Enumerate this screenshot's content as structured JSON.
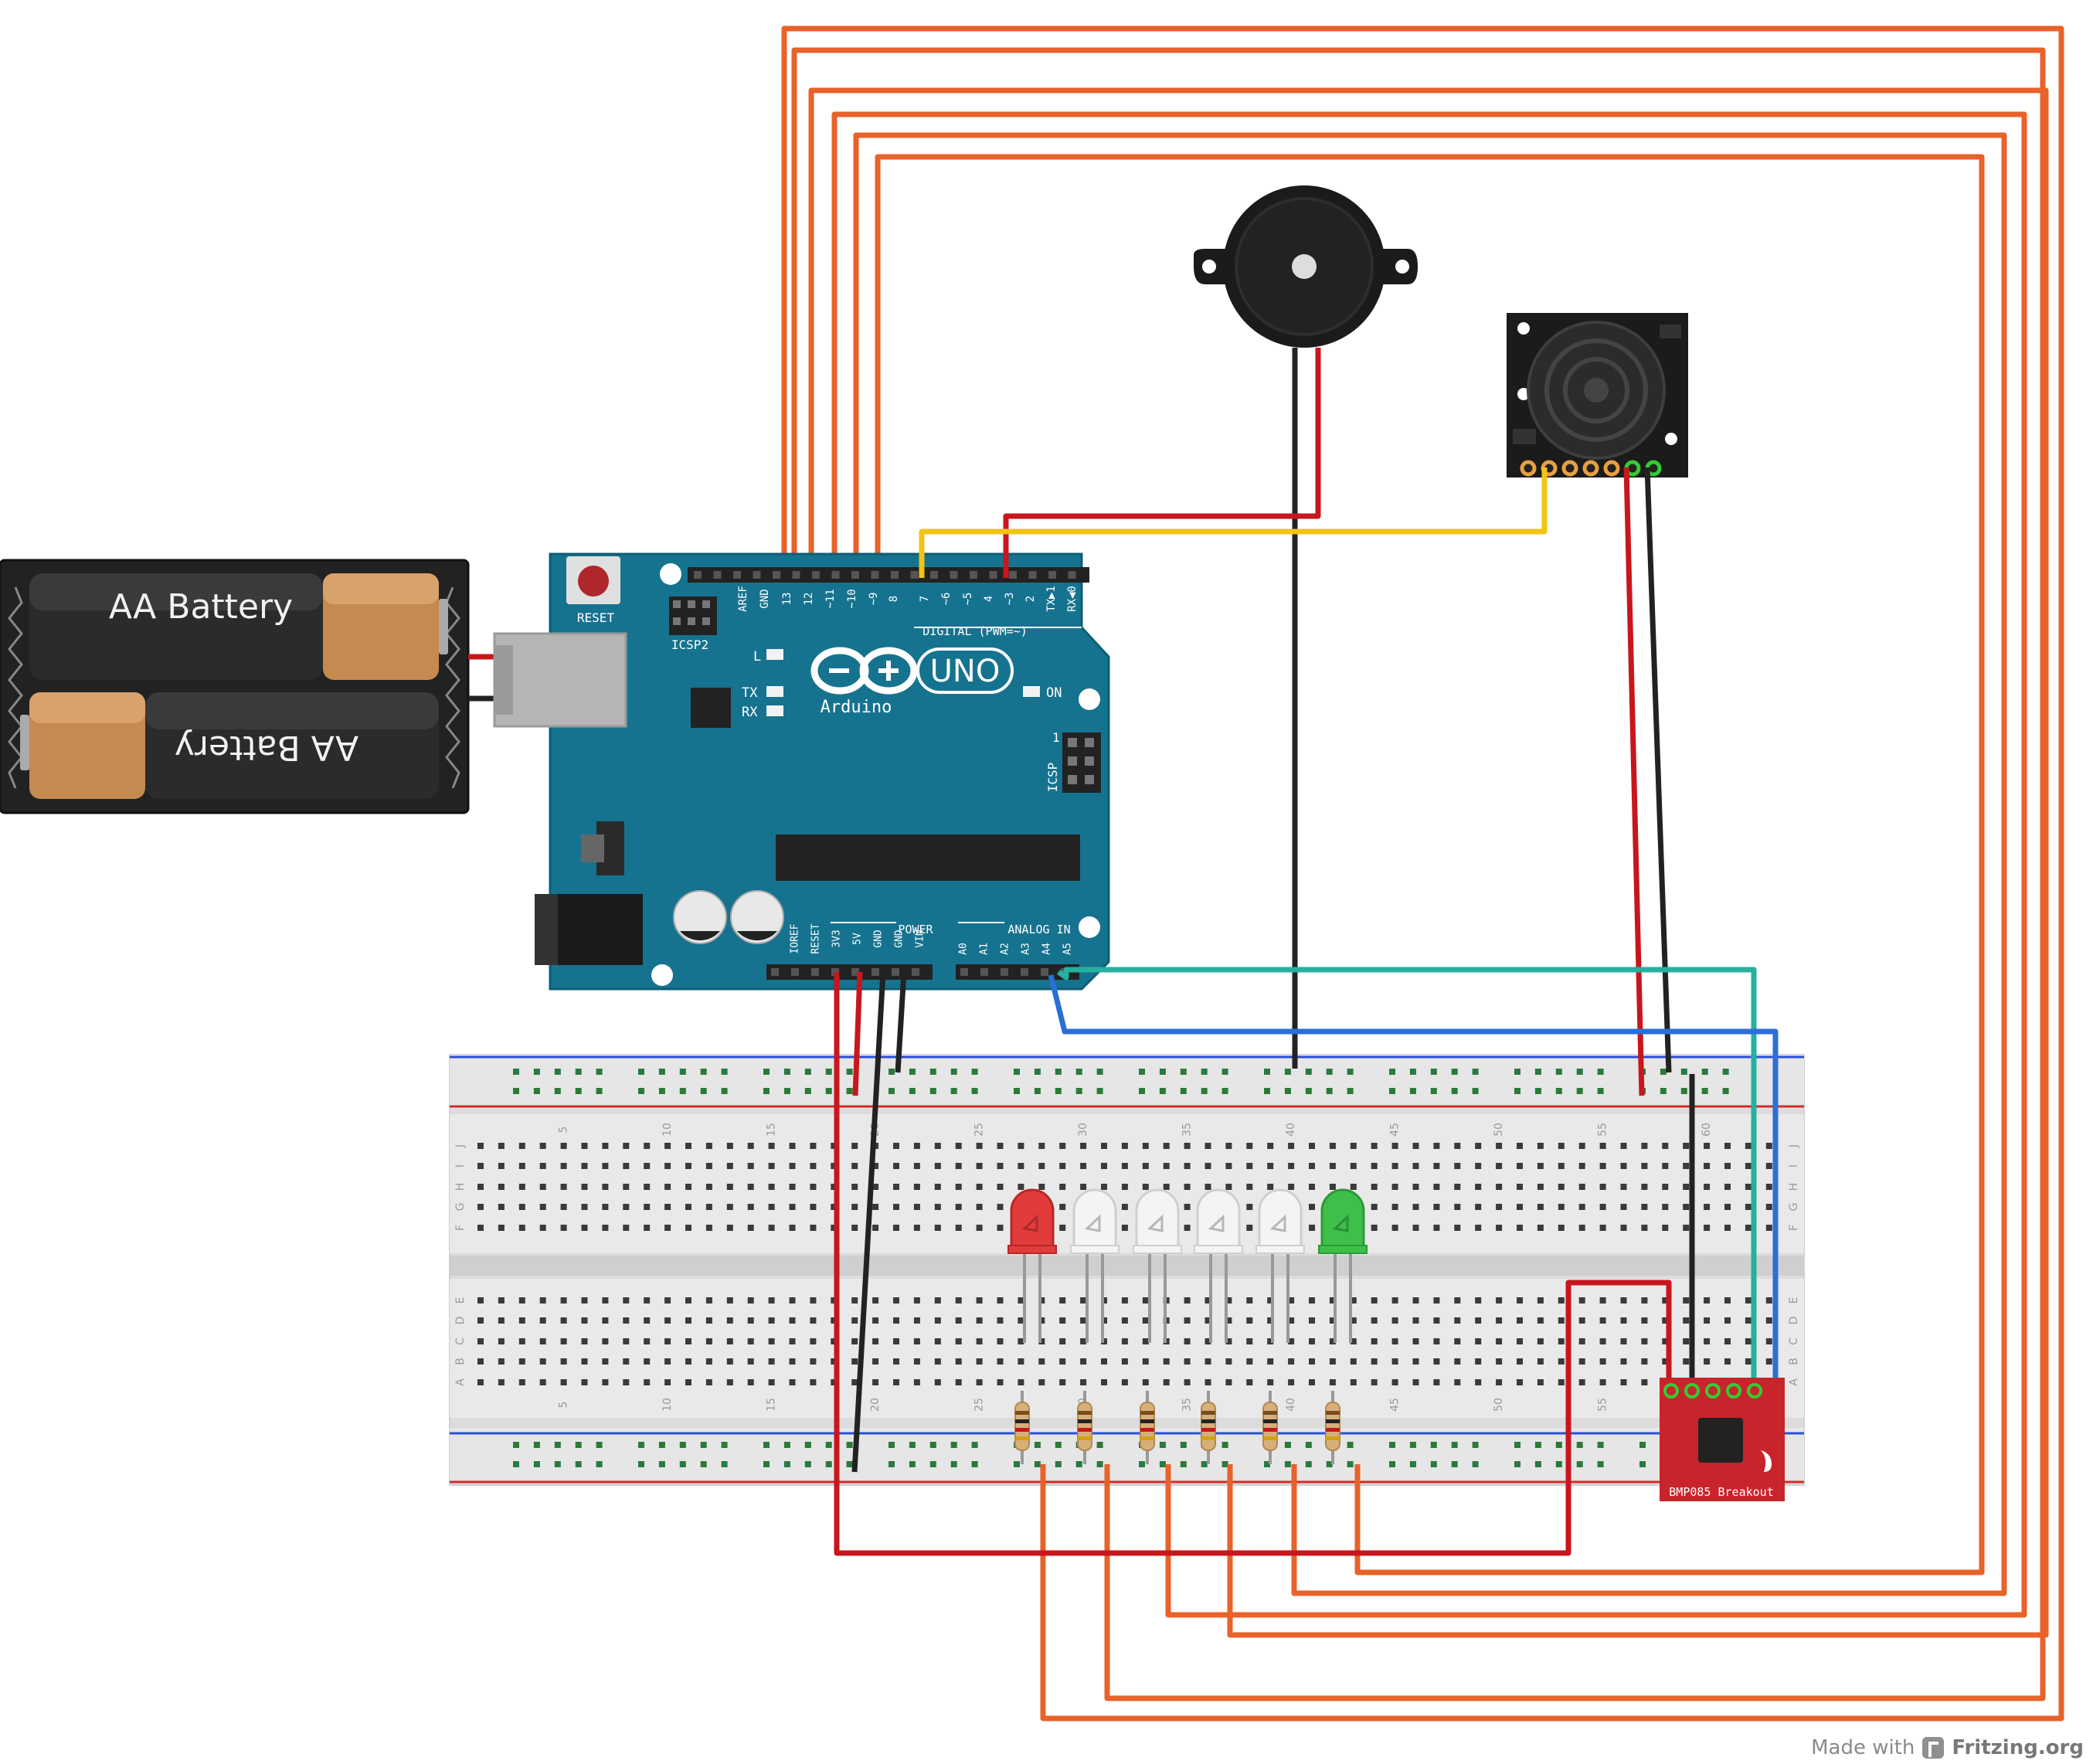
{
  "battery": {
    "label_top": "AA Battery",
    "label_bottom": "AA Battery"
  },
  "arduino": {
    "reset_label": "RESET",
    "icsp2_label": "ICSP2",
    "icsp_label": "ICSP",
    "l_label": "L",
    "tx_label": "TX",
    "rx_label": "RX",
    "on_label": "ON",
    "uno_label": "UNO",
    "brand_label": "Arduino",
    "digital_label": "DIGITAL (PWM=~)",
    "power_label": "POWER",
    "analog_label": "ANALOG IN",
    "icsp_pin_label": "1",
    "digital_pins": [
      "AREF",
      "GND",
      "13",
      "12",
      "~11",
      "~10",
      "~9",
      "8",
      "7",
      "~6",
      "~5",
      "4",
      "~3",
      "2",
      "TX▶1",
      "RX◀0"
    ],
    "power_pins": [
      "IOREF",
      "RESET",
      "3V3",
      "5V",
      "GND",
      "GND",
      "VIN"
    ],
    "analog_pins": [
      "A0",
      "A1",
      "A2",
      "A3",
      "A4",
      "A5"
    ]
  },
  "breadboard": {
    "column_numbers": [
      "5",
      "10",
      "15",
      "20",
      "25",
      "30",
      "35",
      "40",
      "45",
      "50",
      "55",
      "60"
    ],
    "row_letters_top": [
      "J",
      "I",
      "H",
      "G",
      "F"
    ],
    "row_letters_bottom": [
      "E",
      "D",
      "C",
      "B",
      "A"
    ]
  },
  "bmp085": {
    "label": "BMP085 Breakout"
  },
  "credit": {
    "prefix": "Made with",
    "brand": "Fritzing.org"
  },
  "colors": {
    "wire_orange": "#e8622a",
    "wire_red": "#c8161d",
    "wire_black": "#222222",
    "wire_yellow": "#f2c416",
    "wire_teal": "#25b0a0",
    "wire_blue": "#2a6fd6",
    "arduino_blue": "#16738f",
    "breakout_red": "#c8242b",
    "led_red": "#e23b3b",
    "led_green": "#3dbf4a",
    "led_white": "#f4f4f4"
  }
}
